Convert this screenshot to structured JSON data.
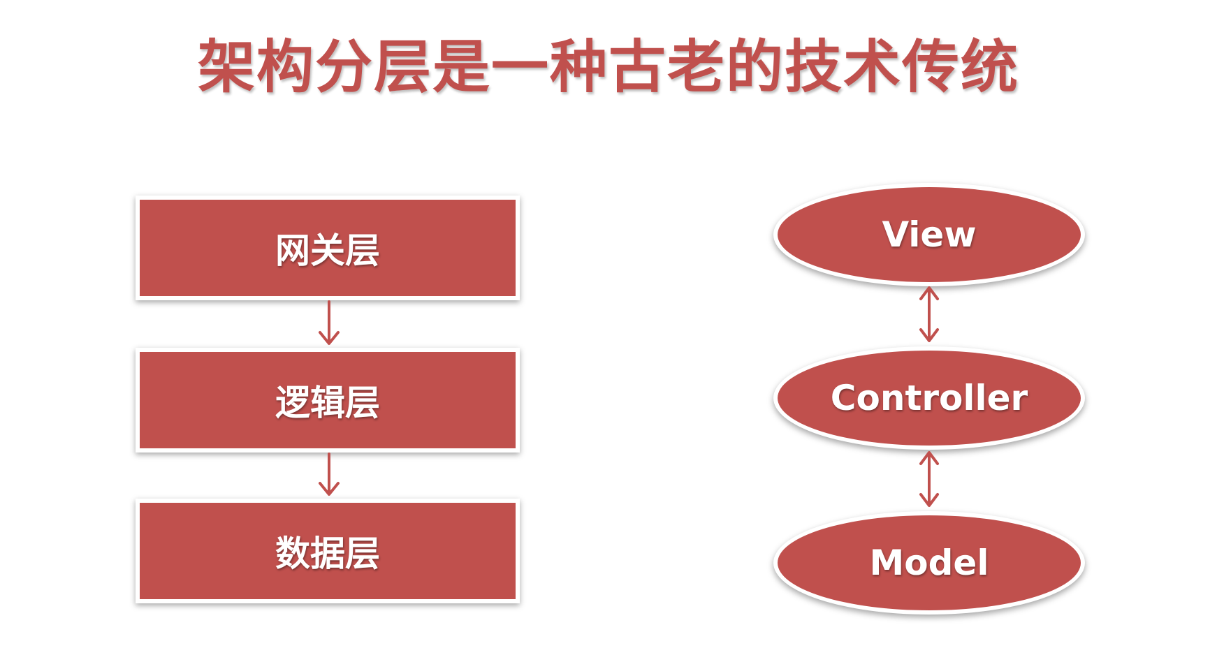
{
  "title": "架构分层是一种古老的技术传统",
  "layers": {
    "gateway": "网关层",
    "logic": "逻辑层",
    "data": "数据层"
  },
  "mvc": {
    "view": "View",
    "controller": "Controller",
    "model": "Model"
  },
  "colors": {
    "accent": "#c0504d",
    "background": "#ffffff"
  }
}
